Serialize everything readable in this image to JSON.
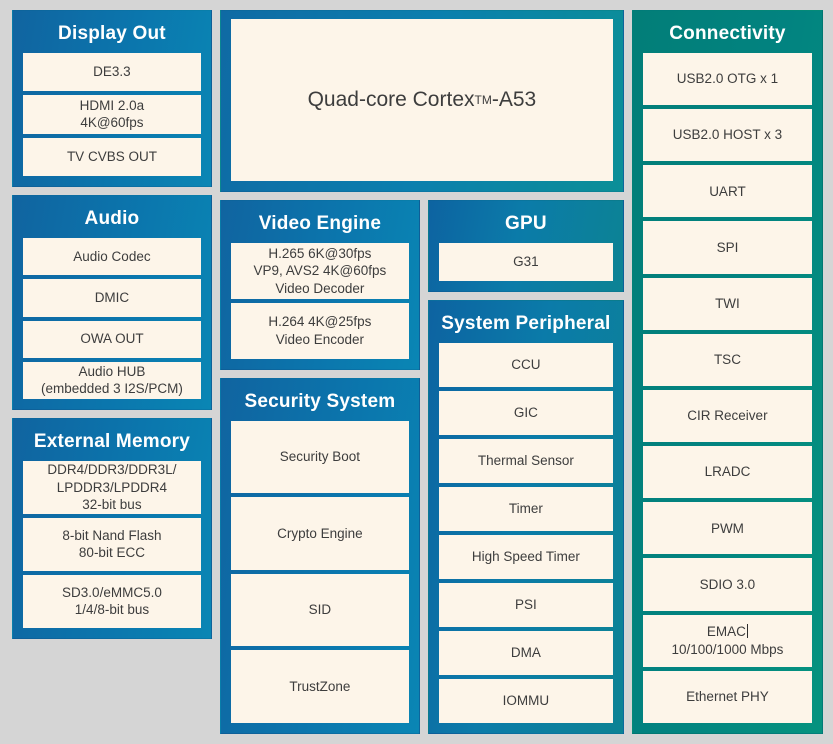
{
  "diagram": {
    "background_color": "#d5d5d5",
    "cell_color": "#fdf5e9",
    "blue_color": "#0b76ad",
    "teal_color": "#028380"
  },
  "blocks": {
    "display_out": {
      "title": "Display Out",
      "items": [
        {
          "lines": [
            "DE3.3"
          ]
        },
        {
          "lines": [
            "HDMI 2.0a",
            "4K@60fps"
          ]
        },
        {
          "lines": [
            "TV CVBS OUT"
          ]
        }
      ]
    },
    "audio": {
      "title": "Audio",
      "items": [
        {
          "lines": [
            "Audio Codec"
          ]
        },
        {
          "lines": [
            "DMIC"
          ]
        },
        {
          "lines": [
            "OWA OUT"
          ]
        },
        {
          "lines": [
            "Audio HUB",
            "(embedded 3 I2S/PCM)"
          ]
        }
      ]
    },
    "external_memory": {
      "title": "External Memory",
      "items": [
        {
          "lines": [
            "DDR4/DDR3/DDR3L/",
            "LPDDR3/LPDDR4",
            "32-bit bus"
          ]
        },
        {
          "lines": [
            "8-bit Nand Flash",
            "80-bit ECC"
          ]
        },
        {
          "lines": [
            "SD3.0/eMMC5.0",
            "1/4/8-bit bus"
          ]
        }
      ]
    },
    "cpu": {
      "label_prefix": "Quad-core Cortex",
      "label_tm": "TM",
      "label_suffix": "-A53"
    },
    "video_engine": {
      "title": "Video Engine",
      "items": [
        {
          "lines": [
            "H.265 6K@30fps",
            "VP9, AVS2 4K@60fps",
            "Video Decoder"
          ]
        },
        {
          "lines": [
            "H.264 4K@25fps",
            "Video Encoder"
          ]
        }
      ]
    },
    "security_system": {
      "title": "Security System",
      "items": [
        {
          "lines": [
            "Security Boot"
          ]
        },
        {
          "lines": [
            "Crypto Engine"
          ]
        },
        {
          "lines": [
            "SID"
          ]
        },
        {
          "lines": [
            "TrustZone"
          ]
        }
      ]
    },
    "gpu": {
      "title": "GPU",
      "items": [
        {
          "lines": [
            "G31"
          ]
        }
      ]
    },
    "system_peripheral": {
      "title": "System Peripheral",
      "items": [
        {
          "lines": [
            "CCU"
          ]
        },
        {
          "lines": [
            "GIC"
          ]
        },
        {
          "lines": [
            "Thermal Sensor"
          ]
        },
        {
          "lines": [
            "Timer"
          ]
        },
        {
          "lines": [
            "High Speed Timer"
          ]
        },
        {
          "lines": [
            "PSI"
          ]
        },
        {
          "lines": [
            "DMA"
          ]
        },
        {
          "lines": [
            "IOMMU"
          ]
        }
      ]
    },
    "connectivity": {
      "title": "Connectivity",
      "items": [
        {
          "lines": [
            "USB2.0 OTG x 1"
          ]
        },
        {
          "lines": [
            "USB2.0 HOST x 3"
          ]
        },
        {
          "lines": [
            "UART"
          ]
        },
        {
          "lines": [
            "SPI"
          ]
        },
        {
          "lines": [
            "TWI"
          ]
        },
        {
          "lines": [
            "TSC"
          ]
        },
        {
          "lines": [
            "CIR Receiver"
          ]
        },
        {
          "lines": [
            "LRADC"
          ]
        },
        {
          "lines": [
            "PWM"
          ]
        },
        {
          "lines": [
            "SDIO 3.0"
          ]
        },
        {
          "lines": [
            "EMAC",
            "10/100/1000 Mbps"
          ],
          "caret_after_line": 0
        },
        {
          "lines": [
            "Ethernet PHY"
          ]
        }
      ]
    }
  }
}
